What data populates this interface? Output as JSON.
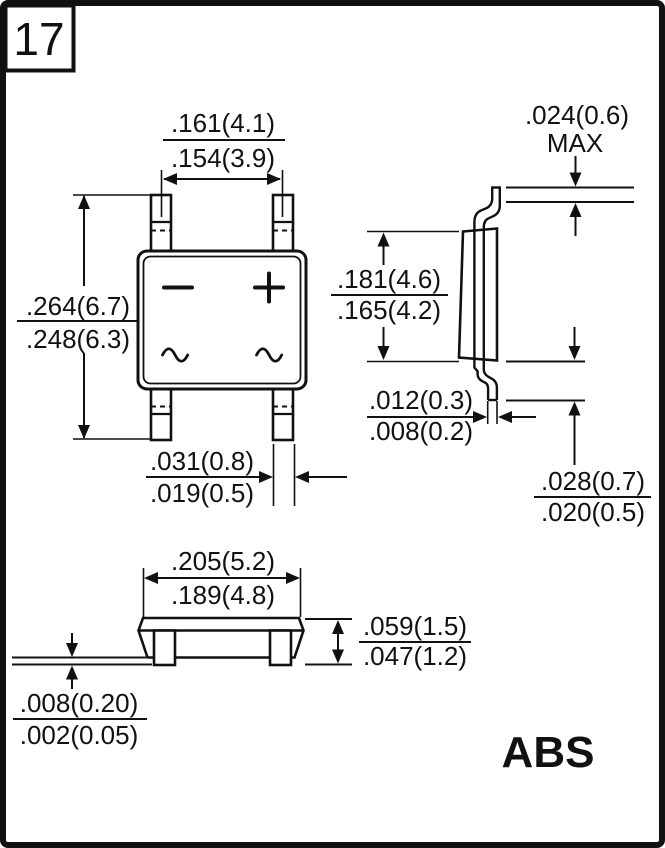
{
  "page_number": "17",
  "package_name": "ABS",
  "front_view": {
    "markings": {
      "negative": "−",
      "positive": "+",
      "ac_left": "∼",
      "ac_right": "∼"
    },
    "dims": {
      "lead_span": {
        "max": ".161(4.1)",
        "min": ".154(3.9)"
      },
      "overall_length": {
        "max": ".264(6.7)",
        "min": ".248(6.3)"
      },
      "lead_width": {
        "max": ".031(0.8)",
        "min": ".019(0.5)"
      }
    }
  },
  "side_view": {
    "dims": {
      "lead_tip_offset": {
        "value": ".024(0.6)",
        "qualifier": "MAX"
      },
      "body_height": {
        "max": ".181(4.6)",
        "min": ".165(4.2)"
      },
      "lead_thickness": {
        "max": ".012(0.3)",
        "min": ".008(0.2)"
      },
      "lead_length": {
        "max": ".028(0.7)",
        "min": ".020(0.5)"
      }
    }
  },
  "bottom_view": {
    "dims": {
      "body_width": {
        "max": ".205(5.2)",
        "min": ".189(4.8)"
      },
      "total_height": {
        "max": ".059(1.5)",
        "min": ".047(1.2)"
      },
      "standoff": {
        "max": ".008(0.20)",
        "min": ".002(0.05)"
      }
    }
  }
}
